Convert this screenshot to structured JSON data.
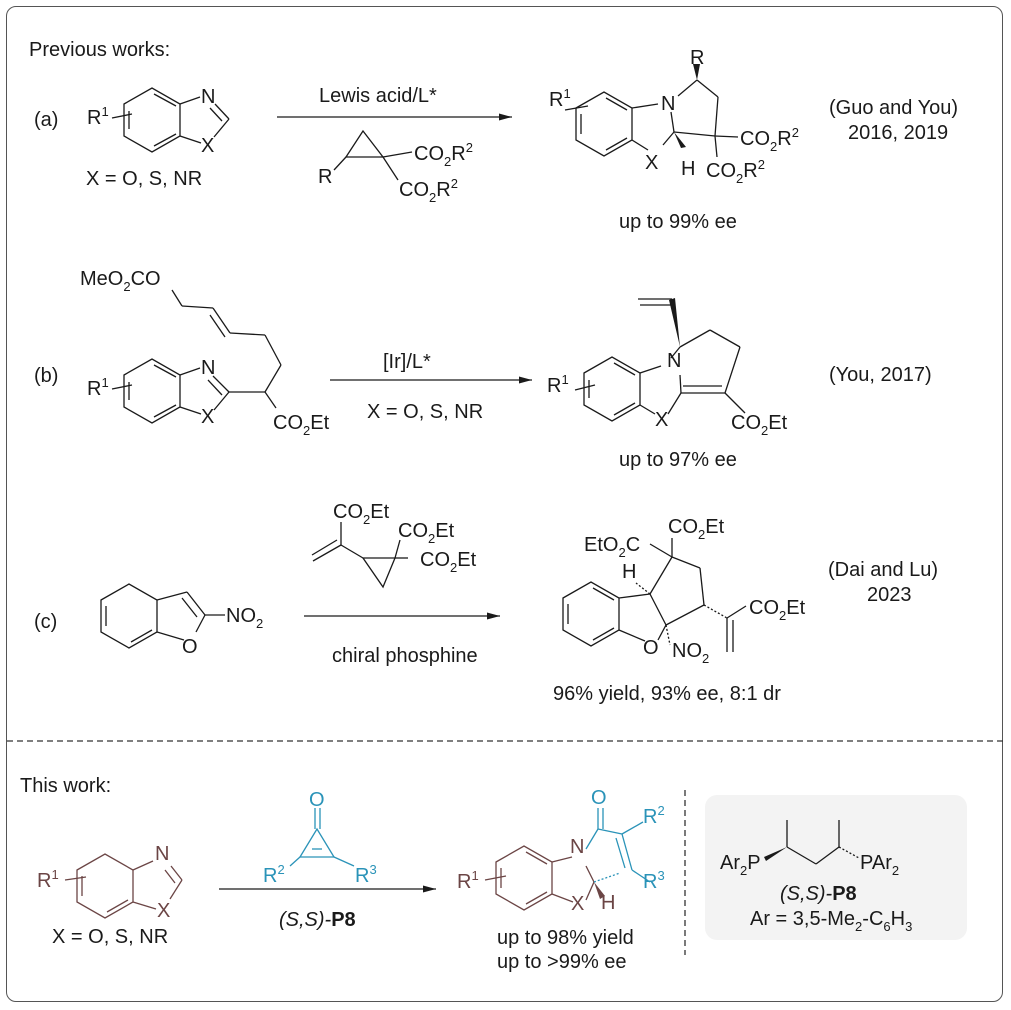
{
  "figure": {
    "sections": {
      "previous_title": "Previous works:",
      "this_title": "This work:"
    },
    "colors": {
      "frame": "#555555",
      "text": "#1a1a1a",
      "substrate_brown": "#6b4545",
      "reagent_blue": "#2a93b8",
      "ligand_box_bg": "#f3f3f3"
    },
    "reaction_a": {
      "label": "(a)",
      "substrate_scope": "X = O, S, NR",
      "condition_top": "Lewis acid/L*",
      "reagent": "R-cyclopropane-1,1-(CO2R2)2",
      "product_result": "up to 99% ee",
      "citation_line1": "(Guo and You)",
      "citation_line2": "2016, 2019"
    },
    "reaction_b": {
      "label": "(b)",
      "substituent": "MeO2CO",
      "ester": "CO2Et",
      "condition_top": "[Ir]/L*",
      "condition_bottom": "X = O, S, NR",
      "product_result": "up to 97% ee",
      "citation": "(You, 2017)"
    },
    "reaction_c": {
      "label": "(c)",
      "substrate_group": "NO2",
      "reagent_groups": [
        "CO2Et",
        "CO2Et",
        "CO2Et"
      ],
      "condition_bottom": "chiral phosphine",
      "product_groups": [
        "EtO2C",
        "CO2Et",
        "CO2Et",
        "NO2",
        "H"
      ],
      "product_result": "96% yield, 93% ee, 8:1 dr",
      "citation_line1": "(Dai and Lu)",
      "citation_line2": "2023"
    },
    "this_work": {
      "substrate_scope": "X = O, S, NR",
      "reagent": "cyclopropenone R2/R3",
      "catalyst_prefix": "(S,S)-",
      "catalyst_name": "P8",
      "result_line1": "up to 98% yield",
      "result_line2": "up to >99% ee",
      "ligand": {
        "left_group": "Ar2P",
        "right_group": "PAr2",
        "name_prefix": "(S,S)-",
        "name": "P8",
        "ar_definition": "Ar = 3,5-Me2-C6H3"
      }
    }
  }
}
